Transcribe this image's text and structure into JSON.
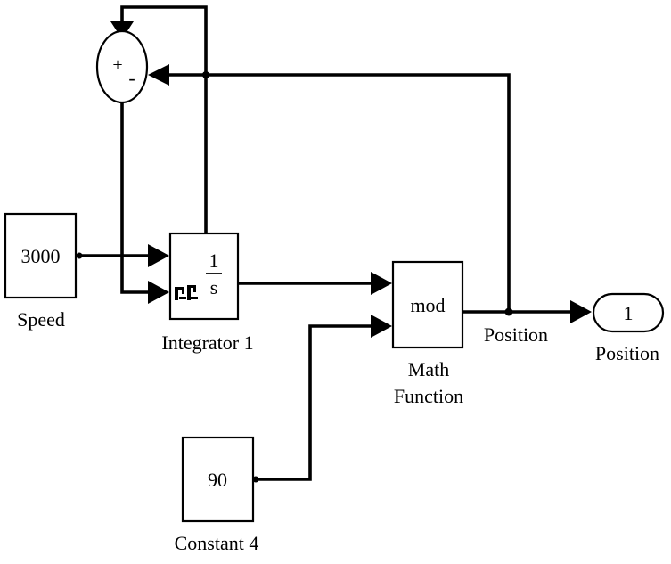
{
  "blocks": {
    "speed": {
      "value": "3000",
      "label": "Speed"
    },
    "integrator": {
      "numerator": "1",
      "denominator": "s",
      "label": "Integrator 1"
    },
    "sum": {
      "plus": "+",
      "minus": "-"
    },
    "math": {
      "text": "mod",
      "label_line1": "Math",
      "label_line2": "Function"
    },
    "constant": {
      "value": "90",
      "label": "Constant 4"
    },
    "outport": {
      "value": "1",
      "label": "Position"
    }
  },
  "signals": {
    "position": "Position"
  }
}
